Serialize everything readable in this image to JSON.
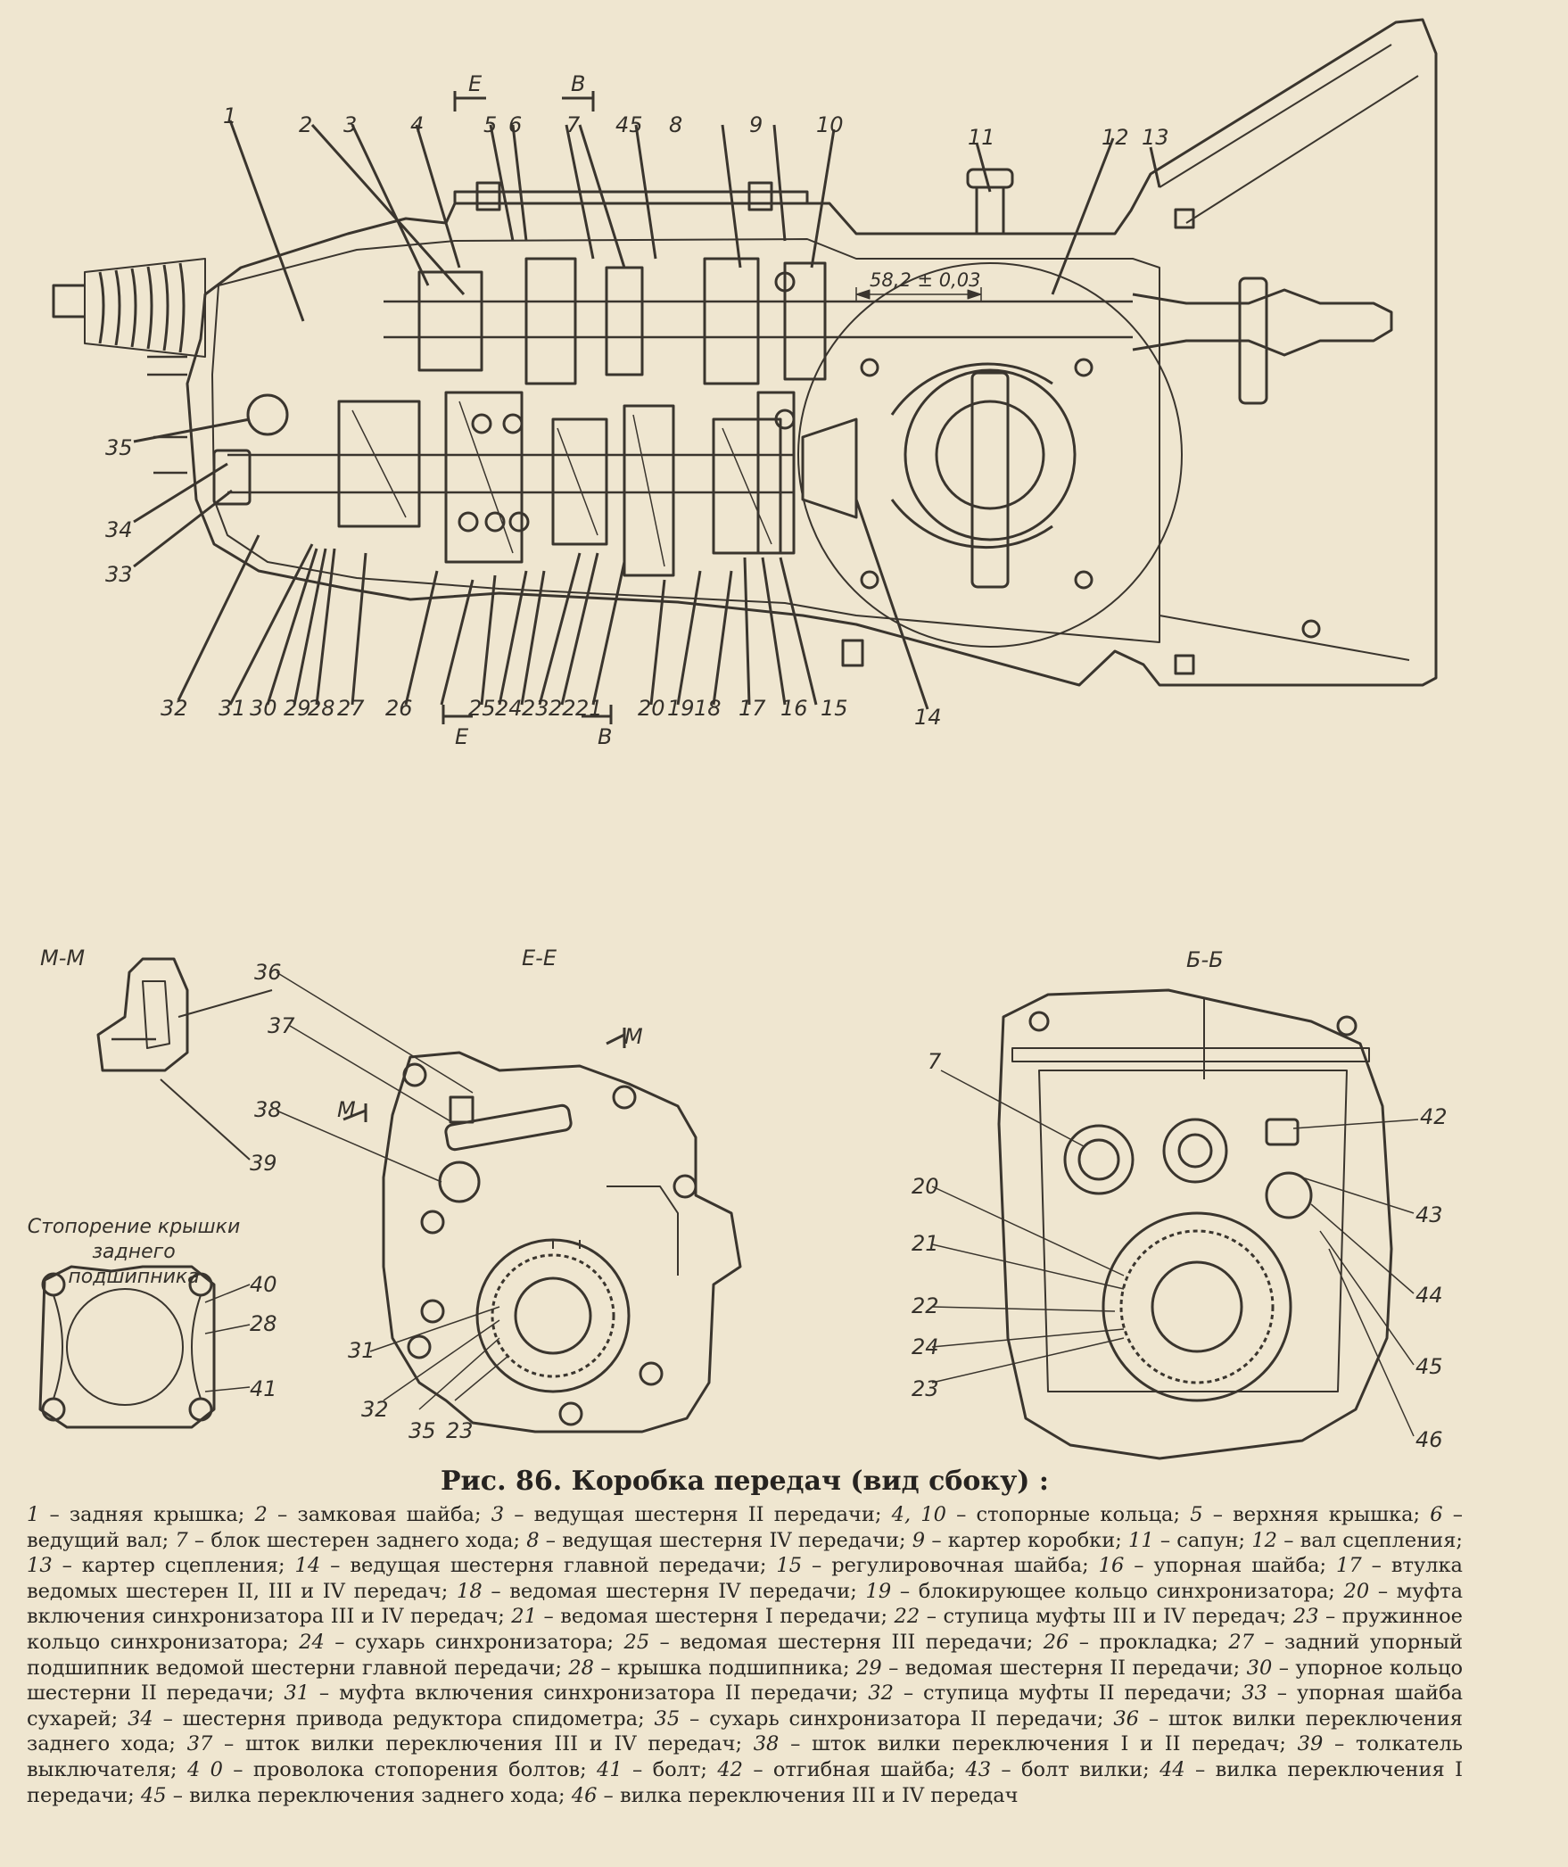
{
  "main_view": {
    "dimension": "58,2 ± 0,03",
    "section_marks": [
      "E",
      "В",
      "E",
      "В"
    ],
    "labels": [
      "1",
      "2",
      "3",
      "4",
      "5",
      "6",
      "7",
      "45",
      "8",
      "9",
      "10",
      "11",
      "12",
      "13",
      "35",
      "34",
      "33",
      "32",
      "31",
      "30",
      "29",
      "28",
      "27",
      "26",
      "25",
      "24",
      "23",
      "22",
      "21",
      "20",
      "19",
      "18",
      "17",
      "16",
      "15",
      "14"
    ]
  },
  "view_mm": {
    "title": "М-М",
    "labels": [
      "39"
    ]
  },
  "view_ee": {
    "title": "Е-Е",
    "labels": [
      "36",
      "37",
      "38",
      "31",
      "32",
      "35",
      "23"
    ],
    "marks": [
      "М",
      "М"
    ]
  },
  "view_bb": {
    "title": "Б-Б",
    "labels": [
      "7",
      "20",
      "21",
      "22",
      "24",
      "23",
      "42",
      "43",
      "44",
      "45",
      "46"
    ]
  },
  "rear_cover_lock": {
    "note_line1": "Стопорение крышки",
    "note_line2": "заднего подшипника",
    "labels": [
      "40",
      "28",
      "41"
    ]
  },
  "caption": {
    "title": "Рис. 86. Коробка передач (вид сбоку) :",
    "items": [
      {
        "n": "1",
        "text": "задняя крышка"
      },
      {
        "n": "2",
        "text": "замковая шайба"
      },
      {
        "n": "3",
        "text": "ведущая шестерня II передачи"
      },
      {
        "n": "4, 10",
        "text": "стопорные кольца"
      },
      {
        "n": "5",
        "text": "верхняя крышка"
      },
      {
        "n": "6",
        "text": "ведущий вал"
      },
      {
        "n": "7",
        "text": "блок шестерен заднего хода"
      },
      {
        "n": "8",
        "text": "ведущая шестерня IV передачи"
      },
      {
        "n": "9",
        "text": "картер коробки"
      },
      {
        "n": "11",
        "text": "сапун"
      },
      {
        "n": "12",
        "text": "вал сцепления"
      },
      {
        "n": "13",
        "text": "картер сцепления"
      },
      {
        "n": "14",
        "text": "ведущая шестерня главной передачи"
      },
      {
        "n": "15",
        "text": "регулировочная шайба"
      },
      {
        "n": "16",
        "text": "упорная шайба"
      },
      {
        "n": "17",
        "text": "втулка ведомых шестерен II, III и IV передач"
      },
      {
        "n": "18",
        "text": "ведомая шестерня IV передачи"
      },
      {
        "n": "19",
        "text": "блокирующее кольцо синхронизатора"
      },
      {
        "n": "20",
        "text": "муфта включения синхронизатора III и IV передач"
      },
      {
        "n": "21",
        "text": "ведомая шестерня I передачи"
      },
      {
        "n": "22",
        "text": "ступица муфты III и IV передач"
      },
      {
        "n": "23",
        "text": "пружинное кольцо синхронизатора"
      },
      {
        "n": "24",
        "text": "сухарь синхронизатора"
      },
      {
        "n": "25",
        "text": "ведомая шестерня III передачи"
      },
      {
        "n": "26",
        "text": "прокладка"
      },
      {
        "n": "27",
        "text": "задний упорный подшипник ведомой шестерни главной передачи"
      },
      {
        "n": "28",
        "text": "крышка подшипника"
      },
      {
        "n": "29",
        "text": "ведомая шестерня II передачи"
      },
      {
        "n": "30",
        "text": "упорное кольцо шестерни II передачи"
      },
      {
        "n": "31",
        "text": "муфта включения синхронизатора II передачи"
      },
      {
        "n": "32",
        "text": "ступица муфты II передачи"
      },
      {
        "n": "33",
        "text": "упорная шайба сухарей"
      },
      {
        "n": "34",
        "text": "шестерня привода редуктора спидометра"
      },
      {
        "n": "35",
        "text": "сухарь синхронизатора II передачи"
      },
      {
        "n": "36",
        "text": "шток вилки переключения заднего хода"
      },
      {
        "n": "37",
        "text": "шток вилки переключения III и IV передач"
      },
      {
        "n": "38",
        "text": "шток вилки переключения I и II передач"
      },
      {
        "n": "39",
        "text": "толкатель выключателя"
      },
      {
        "n": "4 0",
        "text": "проволока стопорения болтов"
      },
      {
        "n": "41",
        "text": "болт"
      },
      {
        "n": "42",
        "text": "отгибная шайба"
      },
      {
        "n": "43",
        "text": "болт вилки"
      },
      {
        "n": "44",
        "text": "вилка переключения I передачи"
      },
      {
        "n": "45",
        "text": "вилка переключения заднего хода"
      },
      {
        "n": "46",
        "text": "вилка переключения III и IV передач"
      }
    ]
  }
}
